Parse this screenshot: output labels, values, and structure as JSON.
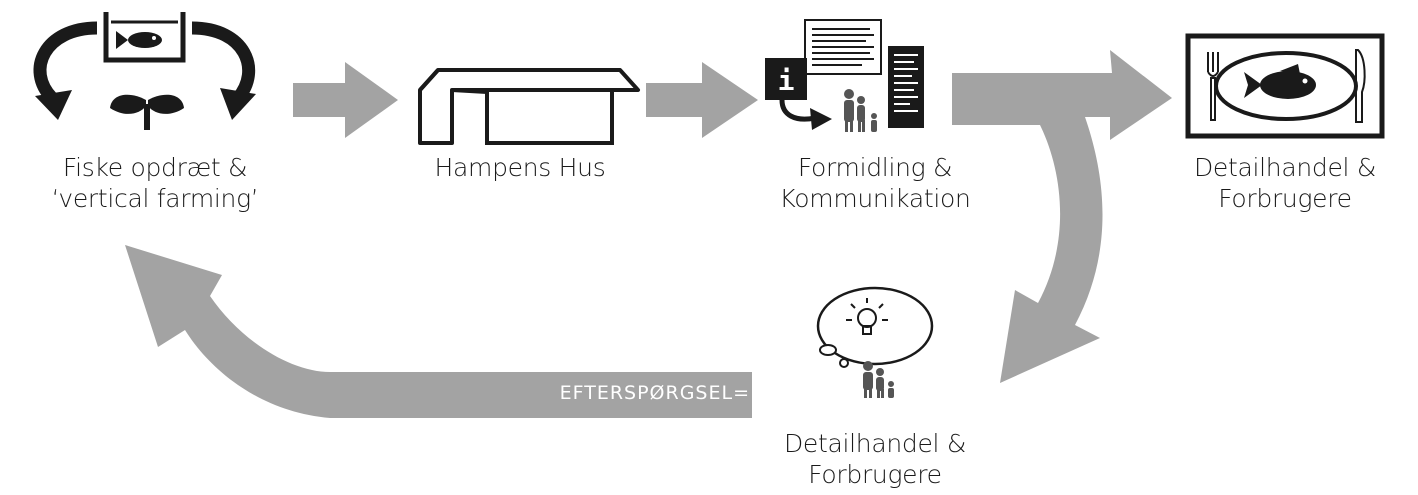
{
  "nodes": {
    "fish_farming": {
      "line1": "Fiske opdræt &",
      "line2": "‘vertical farming’"
    },
    "hampens_hus": {
      "line1": "Hampens Hus"
    },
    "formidling": {
      "line1": "Formidling &",
      "line2": "Kommunikation"
    },
    "detailhandel_top": {
      "line1": "Detailhandel &",
      "line2": "Forbrugere"
    },
    "detailhandel_bottom": {
      "line1": "Detailhandel &",
      "line2": "Forbrugere"
    }
  },
  "flow_label": "EFTERSPØRGSEL=",
  "colors": {
    "arrow": "#a3a3a3",
    "ink": "#1a1a1a",
    "background": "#ffffff"
  }
}
